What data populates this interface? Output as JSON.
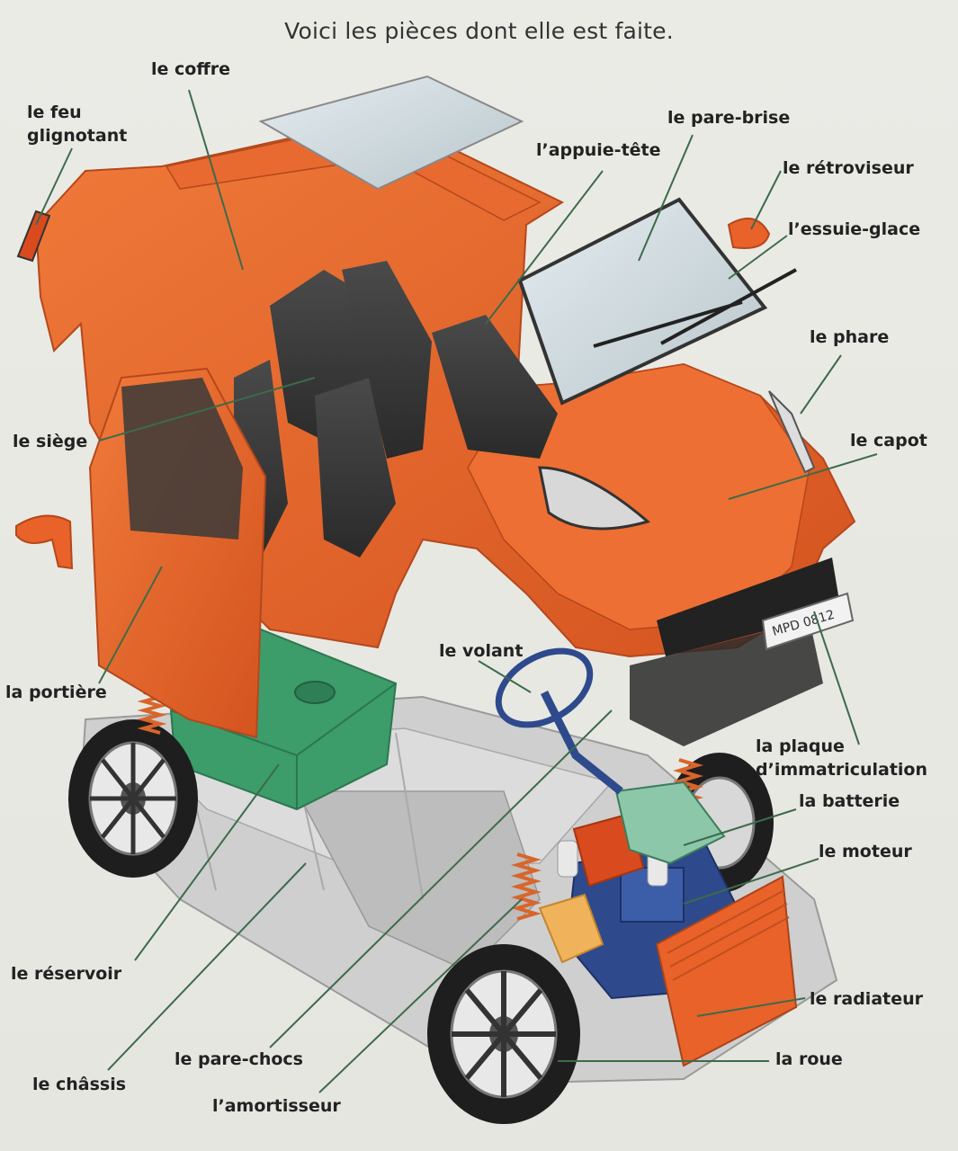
{
  "title": "Voici les pièces dont elle est faite.",
  "colors": {
    "body_orange": "#e8622a",
    "leader_line": "#3d6b4a",
    "battery_green": "#3c9c6a",
    "chassis_grey": "#c9c9c9",
    "glass": "#cfd8dc"
  },
  "labels": {
    "coffre": "le coffre",
    "feu_clignotant": "le feu glignotant",
    "pare_brise": "le pare-brise",
    "appuie_tete": "l’appuie-tête",
    "retroviseur": "le rétroviseur",
    "essuie_glace": "l’essuie-glace",
    "phare": "le phare",
    "siege": "le siège",
    "capot": "le capot",
    "portiere": "la portière",
    "volant": "le volant",
    "plaque": "la plaque d’immatriculation",
    "batterie": "la batterie",
    "moteur": "le moteur",
    "reservoir": "le réservoir",
    "radiateur": "le radiateur",
    "pare_chocs": "le pare-chocs",
    "roue": "la roue",
    "chassis": "le châssis",
    "amortisseur": "l’amortisseur",
    "license_plate_text": "MPD 0812"
  }
}
